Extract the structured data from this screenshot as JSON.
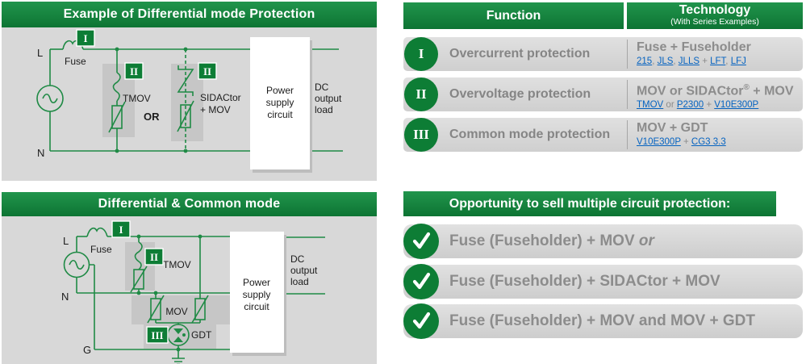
{
  "colors": {
    "green": "#148038",
    "green_dark": "#0d7433",
    "badge_green": "#0d7d35",
    "panel_gray": "#d8d8d8",
    "inner_gray": "#c6c6c6",
    "text_gray": "#8c8c8c",
    "link_blue": "#0563c1",
    "wire_green": "#1f8a45"
  },
  "left": {
    "panel1": {
      "title": "Example of Differential mode Protection",
      "labels": {
        "l": "L",
        "n": "N",
        "fuse": "Fuse",
        "badge_i": "I",
        "badge_ii_left": "II",
        "badge_ii_right": "II",
        "tmov": "TMOV",
        "or_label": "OR",
        "sidactor1": "SIDACtor",
        "sidactor2": "+ MOV",
        "ps1": "Power",
        "ps2": "supply",
        "ps3": "circuit",
        "dc1": "DC",
        "dc2": "output",
        "dc3": "load"
      }
    },
    "panel2": {
      "title": "Differential & Common mode",
      "labels": {
        "l": "L",
        "n": "N",
        "g": "G",
        "fuse": "Fuse",
        "badge_i": "I",
        "badge_ii": "II",
        "badge_iii": "III",
        "tmov": "TMOV",
        "mov": "MOV",
        "gdt": "GDT",
        "ps1": "Power",
        "ps2": "supply",
        "ps3": "circuit",
        "dc1": "DC",
        "dc2": "output",
        "dc3": "load"
      }
    }
  },
  "table": {
    "header": {
      "function": "Function",
      "technology": "Technology",
      "tech_sub": "(With Series Examples)"
    },
    "rows": [
      {
        "numeral": "I",
        "function": "Overcurrent protection",
        "tech_title": "Fuse + Fuseholder",
        "tech_links": [
          {
            "text": "215",
            "link": true
          },
          {
            "text": ", "
          },
          {
            "text": "JLS",
            "link": true
          },
          {
            "text": ", "
          },
          {
            "text": "JLLS",
            "link": true
          },
          {
            "text": " + "
          },
          {
            "text": "LFT",
            "link": true
          },
          {
            "text": ", "
          },
          {
            "text": "LFJ",
            "link": true
          }
        ]
      },
      {
        "numeral": "II",
        "function": "Overvoltage protection",
        "tech_title": "MOV or SIDACtor® + MOV",
        "tech_links": [
          {
            "text": "TMOV",
            "link": true
          },
          {
            "text": " or "
          },
          {
            "text": "P2300",
            "link": true
          },
          {
            "text": " + "
          },
          {
            "text": "V10E300P",
            "link": true
          }
        ]
      },
      {
        "numeral": "III",
        "function": "Common mode protection",
        "tech_title": "MOV + GDT",
        "tech_links": [
          {
            "text": "V10E300P",
            "link": true
          },
          {
            "text": " + "
          },
          {
            "text": "CG3 3.3",
            "link": true
          }
        ]
      }
    ]
  },
  "opportunity": {
    "title": "Opportunity to sell multiple circuit protection:",
    "items": [
      {
        "text": "Fuse (Fuseholder) + MOV",
        "italic_suffix": " or"
      },
      {
        "text": "Fuse (Fuseholder) + SIDACtor + MOV",
        "italic_suffix": ""
      },
      {
        "text": "Fuse (Fuseholder) + MOV and MOV + GDT",
        "italic_suffix": ""
      }
    ]
  }
}
